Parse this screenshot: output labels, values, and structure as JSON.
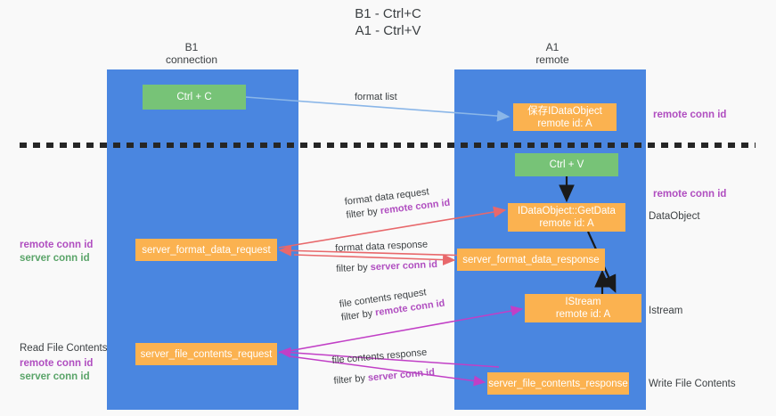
{
  "title": {
    "line1": "B1 - Ctrl+C",
    "line2": "A1 - Ctrl+V"
  },
  "columns": [
    {
      "id": "b1",
      "name": "B1",
      "role": "connection"
    },
    {
      "id": "a1",
      "name": "A1",
      "role": "remote"
    }
  ],
  "nodes": {
    "ctrl_c": {
      "label": "Ctrl + C",
      "color": "#77c377"
    },
    "save_idataobject": {
      "line1": "保存IDataObject",
      "line2": "remote id: A",
      "color": "#fbb250"
    },
    "ctrl_v": {
      "label": "Ctrl + V",
      "color": "#77c377"
    },
    "getdata": {
      "line1": "IDataObject::GetData",
      "line2": "remote id: A",
      "color": "#fbb250"
    },
    "server_format_data_request": {
      "label": "server_format_data_request",
      "color": "#fbb250"
    },
    "server_format_data_response": {
      "label": "server_format_data_response",
      "color": "#fbb250"
    },
    "istream": {
      "line1": "IStream",
      "line2": "remote id: A",
      "color": "#fbb250"
    },
    "server_file_contents_request": {
      "label": "server_file_contents_request",
      "color": "#fbb250"
    },
    "server_file_contents_response": {
      "label": "server_file_contents_response",
      "color": "#fbb250"
    }
  },
  "edges": {
    "format_list": "format list",
    "format_data_request": {
      "line1": "format data request",
      "filter_prefix": "filter by ",
      "filter_key": "remote conn id"
    },
    "format_data_response": {
      "line1": "format data response",
      "filter_prefix": "filter by ",
      "filter_key": "server conn id"
    },
    "file_contents_request": {
      "line1": "file contents request",
      "filter_prefix": "filter by ",
      "filter_key": "remote conn id"
    },
    "file_contents_response": {
      "line1": "file contents response",
      "filter_prefix": "filter by ",
      "filter_key": "server conn id"
    }
  },
  "side_labels": {
    "remote_conn_id_top": "remote conn id",
    "remote_conn_id_mid": "remote conn id",
    "dataobject": "DataObject",
    "istream": "Istream",
    "write_file_contents": "Write File Contents",
    "read_file_contents": "Read File Contents",
    "remote_conn_id_left": "remote conn id",
    "server_conn_id_left": "server conn id",
    "remote_conn_id_left2": "remote conn id",
    "server_conn_id_left2": "server conn id"
  },
  "colors": {
    "lane": "#4a86e0",
    "green_node": "#77c377",
    "orange_node": "#fbb250",
    "purple_text": "#b04ec0",
    "green_text": "#5aa469",
    "arrow_blue": "#8ab6e8",
    "arrow_red": "#e8686b",
    "arrow_magenta": "#c13fc6",
    "arrow_black": "#1a1a1a",
    "background": "#f9f9f9"
  }
}
